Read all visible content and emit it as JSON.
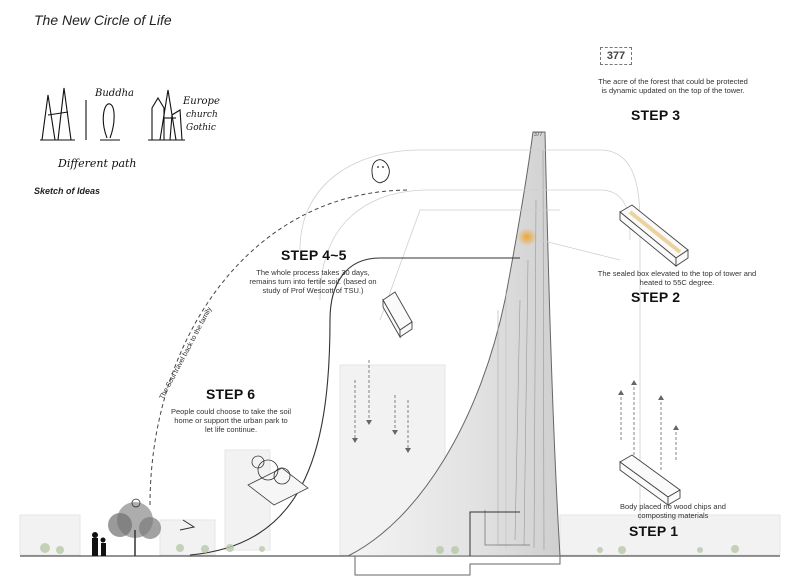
{
  "title": "The New Circle of Life",
  "sketch": {
    "caption": "Sketch of Ideas",
    "notes": [
      "Buddha",
      "Europe",
      "church",
      "Gothic",
      "Different path"
    ]
  },
  "counter": {
    "value": "377",
    "tower_label": "377"
  },
  "steps": [
    {
      "id": "step3",
      "label": "STEP 3",
      "text": "The acre of the forest that could be protected is dynamic updated on the top of the tower."
    },
    {
      "id": "step2",
      "label": "STEP 2",
      "text": "The sealed box elevated to the top of tower and heated to 55C degree."
    },
    {
      "id": "step1",
      "label": "STEP 1",
      "text": "Body placed no wood chips and composting materials"
    },
    {
      "id": "step45",
      "label": "STEP 4~5",
      "text": "The whole process takes 30 days, remains turn into fertile soil. (based on study of Prof Wescott of TSU.)"
    },
    {
      "id": "step6",
      "label": "STEP 6",
      "text": "People could choose to take the soil home or support the urban park to let life continue."
    }
  ],
  "arc_label": "The Soul travel back to the family"
}
